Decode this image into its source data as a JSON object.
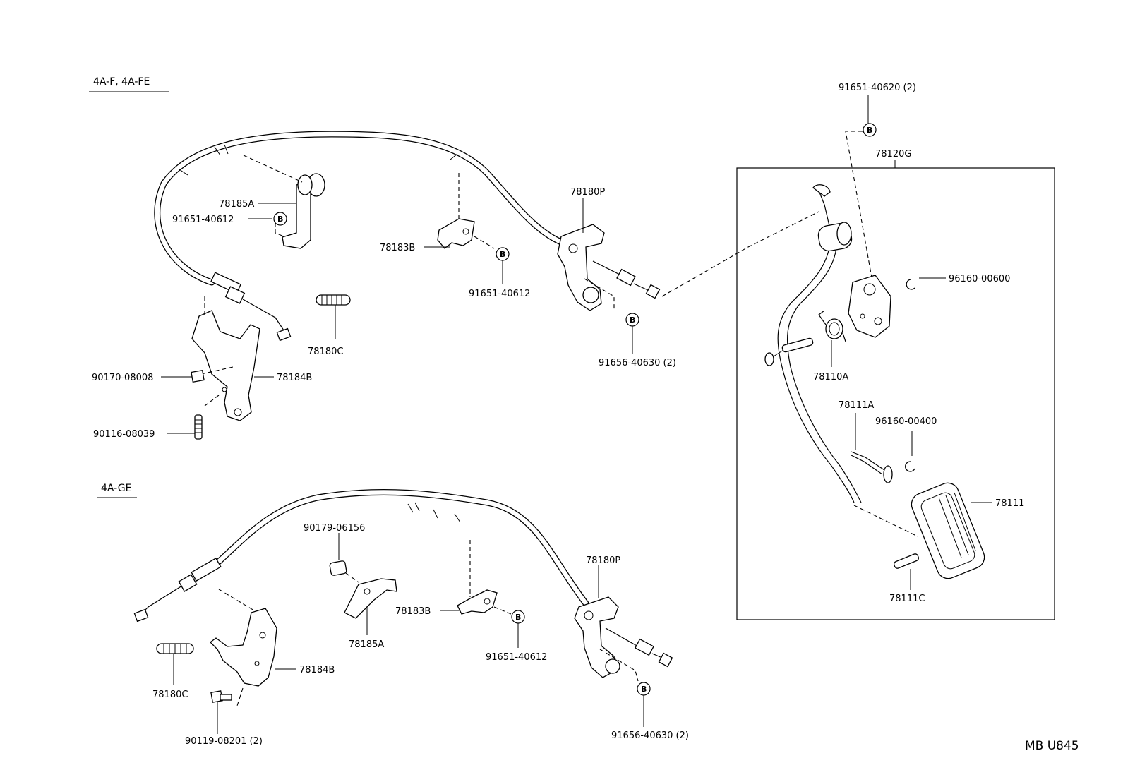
{
  "sections": {
    "top_variant": "4A-F, 4A-FE",
    "bottom_variant": "4A-GE"
  },
  "symbol": "B",
  "top_labels": {
    "bracket_78185a": "78185A",
    "bolt_91651_40612_a": "91651-40612",
    "clamp_78183b": "78183B",
    "bolt_91651_40612_b": "91651-40612",
    "cable_78180p": "78180P",
    "bolt_91656_40630": "91656-40630 (2)",
    "spring_78180c": "78180C",
    "nut_90170_08008": "90170-08008",
    "bracket_78184b": "78184B",
    "stud_90116_08039": "90116-08039"
  },
  "pedal_labels": {
    "bolt_91651_40620": "91651-40620 (2)",
    "pedal_assy_78120g": "78120G",
    "ring_96160_00600": "96160-00600",
    "spring_78110a": "78110A",
    "spring_78111a": "78111A",
    "ring_96160_00400": "96160-00400",
    "pad_78111": "78111",
    "pin_78111c": "78111C"
  },
  "bottom_labels": {
    "grommet_90179_06156": "90179-06156",
    "bracket_78185a": "78185A",
    "clamp_78183b": "78183B",
    "bolt_91651_40612": "91651-40612",
    "cable_78180p": "78180P",
    "bolt_91656_40630": "91656-40630 (2)",
    "spring_78180c": "78180C",
    "bracket_78184b": "78184B",
    "bolt_90119_08201": "90119-08201 (2)"
  },
  "diagram_code": "MB U845"
}
